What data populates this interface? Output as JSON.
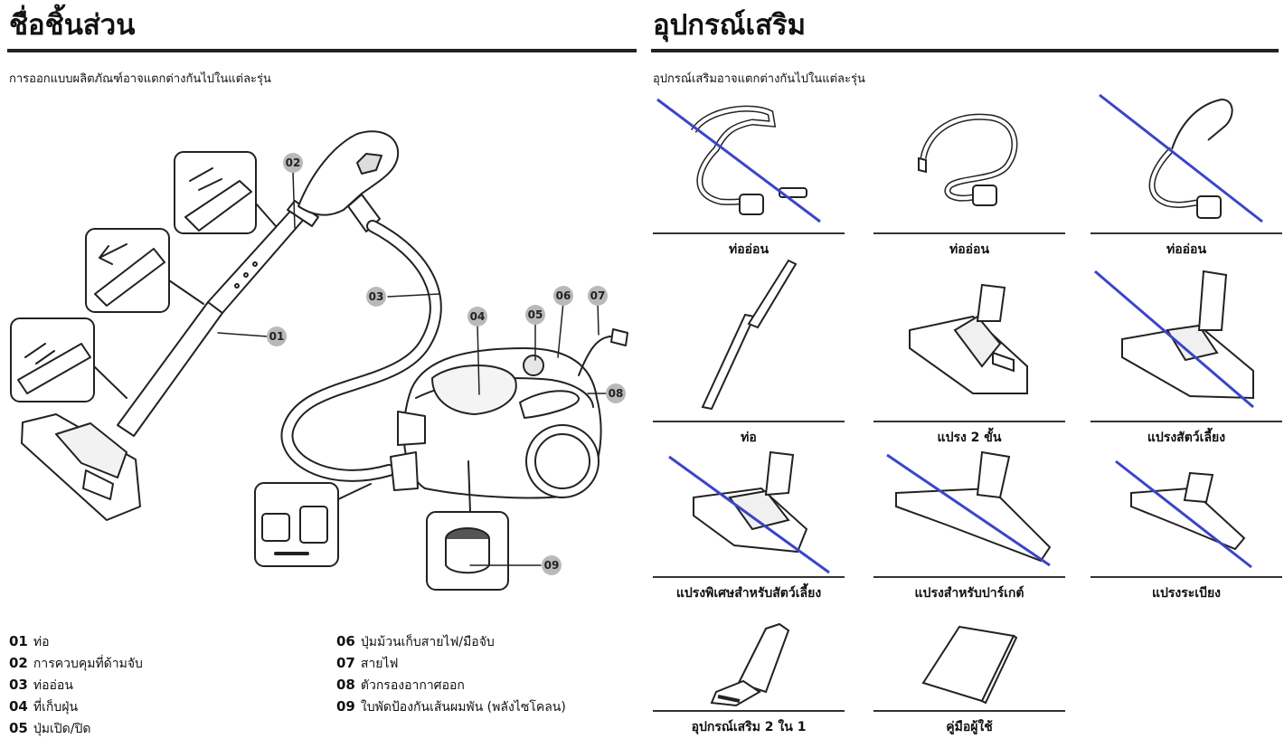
{
  "parts": {
    "title": "ชื่อชิ้นส่วน",
    "note": "การออกแบบผลิตภัณฑ์อาจแตกต่างกันไปในแต่ละรุ่น",
    "callouts": [
      "01",
      "02",
      "03",
      "04",
      "05",
      "06",
      "07",
      "08",
      "09"
    ],
    "legend": [
      {
        "num": "01",
        "text": "ท่อ"
      },
      {
        "num": "02",
        "text": "การควบคุมที่ด้ามจับ"
      },
      {
        "num": "03",
        "text": "ท่ออ่อน"
      },
      {
        "num": "04",
        "text": "ที่เก็บฝุ่น"
      },
      {
        "num": "05",
        "text": "ปุ่มเปิด/ปิด"
      },
      {
        "num": "06",
        "text": "ปุ่มม้วนเก็บสายไฟ/มือจับ"
      },
      {
        "num": "07",
        "text": "สายไฟ"
      },
      {
        "num": "08",
        "text": "ตัวกรองอากาศออก"
      },
      {
        "num": "09",
        "text": "ใบพัดป้องกันเส้นผมพัน (พลังไซโคลน)"
      }
    ]
  },
  "accessories": {
    "title": "อุปกรณ์เสริม",
    "note": "อุปกรณ์เสริมอาจแตกต่างกันไปในแต่ละรุ่น",
    "items": [
      {
        "label": "ท่ออ่อน",
        "icon": "hose-with-remote-icon",
        "crossed": true
      },
      {
        "label": "ท่ออ่อน",
        "icon": "hose-icon",
        "crossed": false
      },
      {
        "label": "ท่ออ่อน",
        "icon": "hose-with-handle-control-icon",
        "crossed": true
      },
      {
        "label": "ท่อ",
        "icon": "telescopic-pipe-icon",
        "crossed": false
      },
      {
        "label": "แปรง 2 ขั้น",
        "icon": "two-step-brush-icon",
        "crossed": false
      },
      {
        "label": "แปรงสัตว์เลี้ยง",
        "icon": "pet-brush-icon",
        "crossed": true
      },
      {
        "label": "แปรงพิเศษสำหรับสัตว์เลี้ยง",
        "icon": "special-pet-brush-icon",
        "crossed": true
      },
      {
        "label": "แปรงสำหรับปาร์เกต์",
        "icon": "parquet-brush-icon",
        "crossed": true
      },
      {
        "label": "แปรงระเบียง",
        "icon": "deck-brush-icon",
        "crossed": true
      },
      {
        "label": "อุปกรณ์เสริม 2 ใน 1",
        "icon": "two-in-one-tool-icon",
        "crossed": false
      },
      {
        "label": "คู่มือผู้ใช้",
        "icon": "user-manual-icon",
        "crossed": false
      }
    ]
  },
  "colors": {
    "cross_line": "#3a45c9",
    "callout_fill": "#b9b9b9",
    "rule": "#222222"
  }
}
